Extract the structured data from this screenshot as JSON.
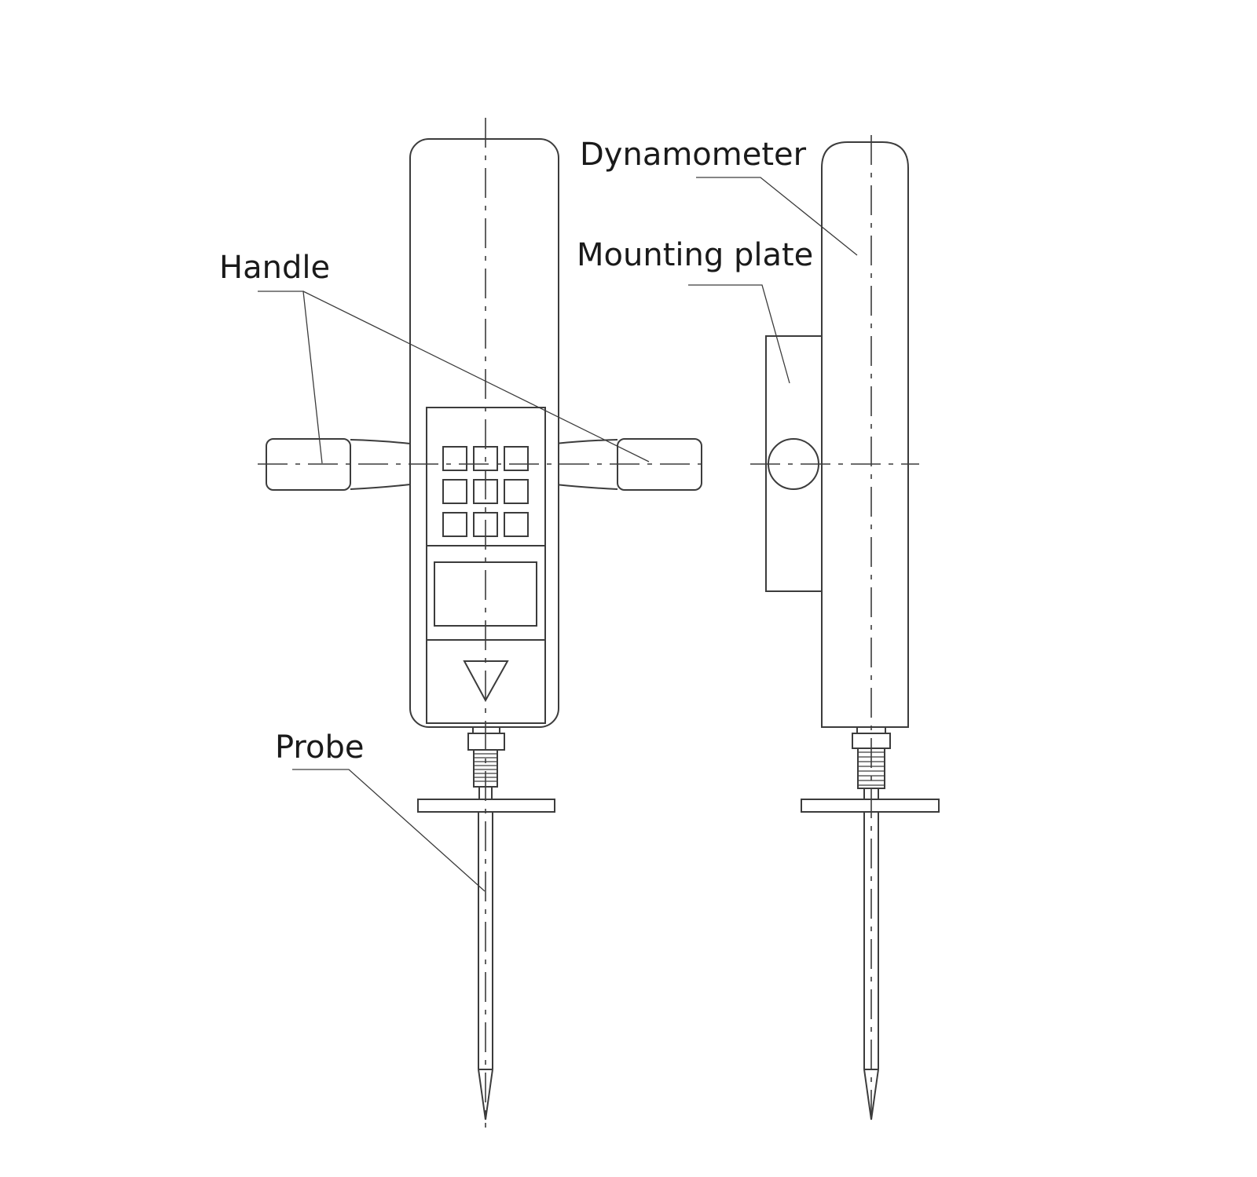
{
  "labels": {
    "dynamometer": "Dynamometer",
    "mounting_plate": "Mounting plate",
    "handle": "Handle",
    "probe": "Probe"
  },
  "colors": {
    "line": "#3c3c3c",
    "text": "#1a1a1a",
    "background": "#ffffff"
  }
}
